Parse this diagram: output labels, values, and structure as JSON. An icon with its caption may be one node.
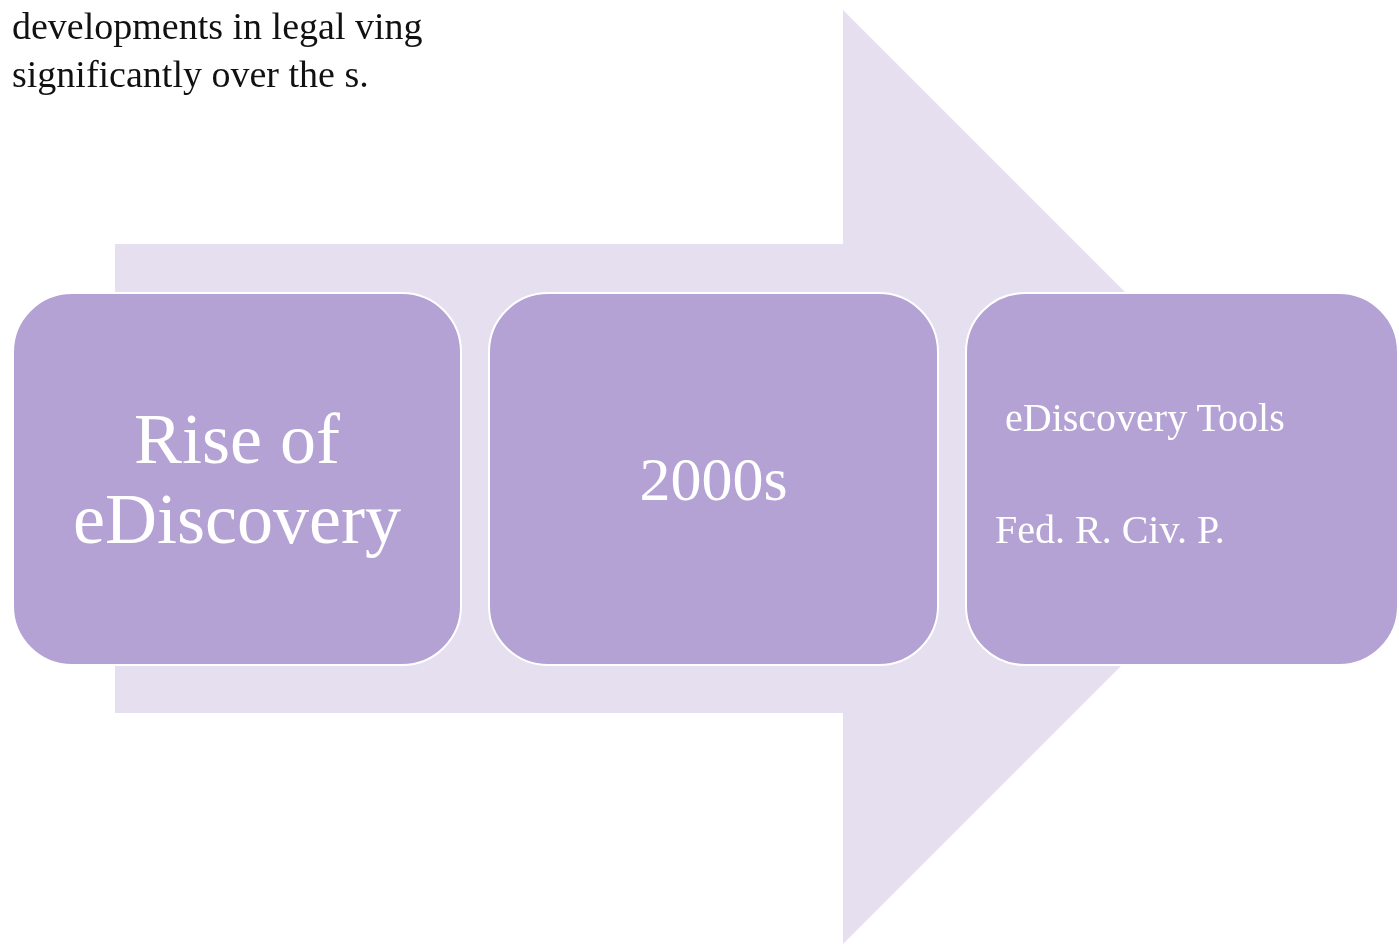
{
  "diagram": {
    "nodes": [
      {
        "text": [
          "Rise of eDiscovery"
        ]
      },
      {
        "text": [
          "2000s"
        ]
      },
      {
        "text": [
          "eDiscovery Tools",
          "Fed. R. Civ. P."
        ]
      }
    ],
    "edges": [
      {
        "from": 0,
        "to": 2,
        "arrow": "to"
      }
    ],
    "labels": [
      "developments in legal ving significantly over the s."
    ]
  }
}
